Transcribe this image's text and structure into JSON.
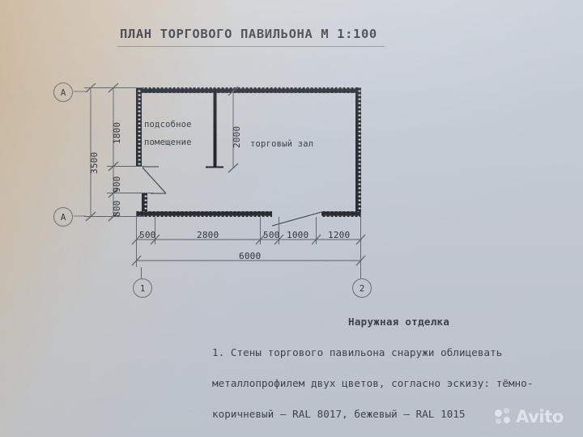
{
  "document": {
    "title": "ПЛАН ТОРГОВОГО ПАВИЛЬОНА  М 1:100",
    "scale": "1:100",
    "type": "architectural-floor-plan"
  },
  "plan": {
    "rooms": [
      {
        "id": "podsobnoe",
        "label_line1": "подсобное",
        "label_line2": "помещение"
      },
      {
        "id": "zal",
        "label": "торговый зал"
      }
    ],
    "axis_markers": {
      "vertical": [
        {
          "id": "axis-a-top",
          "label": "A"
        },
        {
          "id": "axis-a-bottom",
          "label": "A"
        }
      ],
      "horizontal": [
        {
          "id": "axis-1",
          "label": "1"
        },
        {
          "id": "axis-2",
          "label": "2"
        }
      ]
    },
    "dimensions": {
      "left_overall": "3500",
      "left_chain": [
        "1800",
        "900",
        "800"
      ],
      "bottom_overall": "6000",
      "bottom_chain": [
        "500",
        "2800",
        "500",
        "1000",
        "1200"
      ],
      "interior_partition": "2000"
    }
  },
  "notes": {
    "heading": "Наружная отделка",
    "lines": [
      "1. Стены торгового павильона снаружи облицевать",
      "металлопрофилем двух цветов, согласно эскизу: тёмно-",
      "коричневый – RAL 8017, бежевый – RAL 1015"
    ]
  },
  "watermark": {
    "brand": "Avito"
  },
  "colors": {
    "ink": "#2f343b",
    "wall": "#23272d",
    "dimension_line": "#5d636c",
    "paper_warm": "#c9b294",
    "paper_cool": "#c5ccd6"
  }
}
